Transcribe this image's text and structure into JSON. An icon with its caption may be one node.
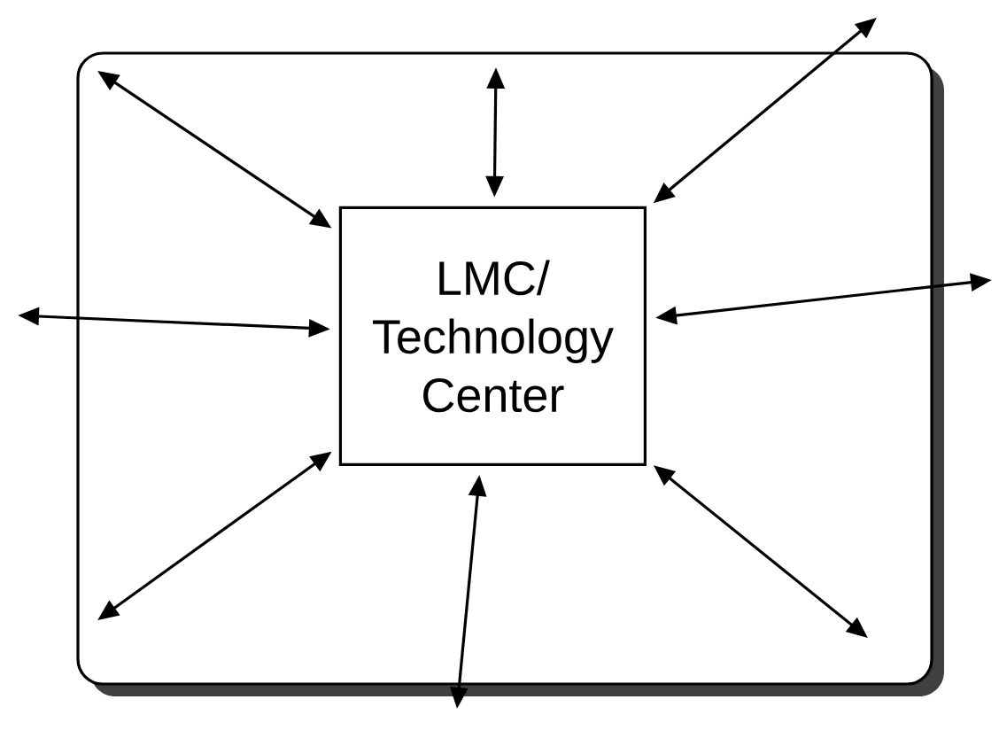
{
  "diagram": {
    "nodes": [
      {
        "text": [],
        "shape": "box"
      },
      {
        "text": [
          "LMC/ Technology Center"
        ],
        "in": 0
      }
    ],
    "edges": [
      {
        "from": 1,
        "to": null,
        "arrow": "both"
      },
      {
        "from": 1,
        "to": null,
        "arrow": "both"
      },
      {
        "from": 1,
        "to": null,
        "arrow": "both"
      },
      {
        "from": 1,
        "to": null,
        "arrow": "both"
      },
      {
        "from": 1,
        "to": null,
        "arrow": "both"
      },
      {
        "from": 1,
        "to": null,
        "arrow": "both"
      },
      {
        "from": 1,
        "to": null,
        "arrow": "both"
      },
      {
        "from": 1,
        "to": null,
        "arrow": "both"
      }
    ]
  }
}
